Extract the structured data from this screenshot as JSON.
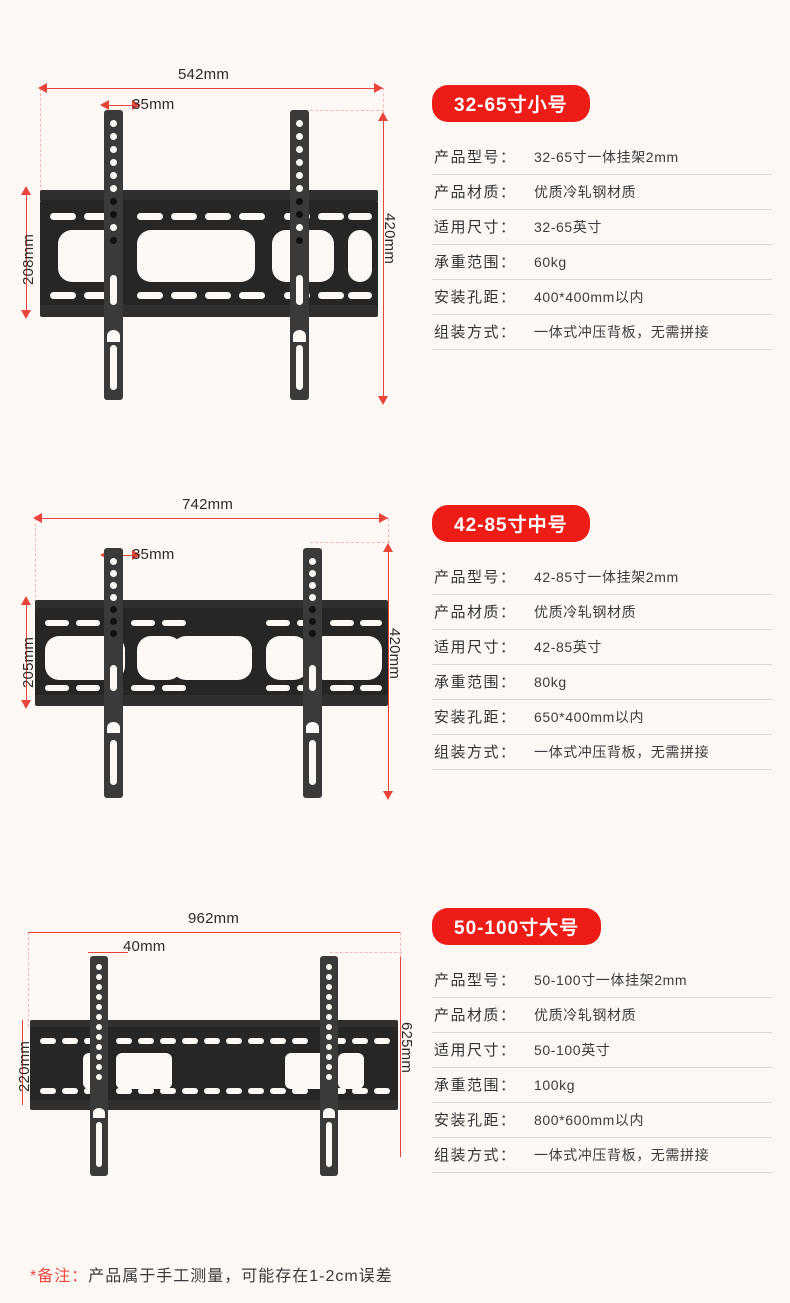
{
  "sections": [
    {
      "badge": "32-65寸小号",
      "dims": {
        "width": "542mm",
        "rail": "35mm",
        "left": "208mm",
        "right": "420mm"
      },
      "rows": [
        {
          "label": "产品型号：",
          "value": "32-65寸一体挂架2mm"
        },
        {
          "label": "产品材质：",
          "value": "优质冷轧钢材质"
        },
        {
          "label": "适用尺寸：",
          "value": "32-65英寸"
        },
        {
          "label": "承重范围：",
          "value": "60kg"
        },
        {
          "label": "安装孔距：",
          "value": "400*400mm以内"
        },
        {
          "label": "组装方式：",
          "value": "一体式冲压背板，无需拼接"
        }
      ]
    },
    {
      "badge": "42-85寸中号",
      "dims": {
        "width": "742mm",
        "rail": "35mm",
        "left": "205mm",
        "right": "420mm"
      },
      "rows": [
        {
          "label": "产品型号：",
          "value": "42-85寸一体挂架2mm"
        },
        {
          "label": "产品材质：",
          "value": "优质冷轧钢材质"
        },
        {
          "label": "适用尺寸：",
          "value": "42-85英寸"
        },
        {
          "label": "承重范围：",
          "value": "80kg"
        },
        {
          "label": "安装孔距：",
          "value": "650*400mm以内"
        },
        {
          "label": "组装方式：",
          "value": "一体式冲压背板，无需拼接"
        }
      ]
    },
    {
      "badge": "50-100寸大号",
      "dims": {
        "width": "962mm",
        "rail": "40mm",
        "left": "220mm",
        "right": "625mm"
      },
      "rows": [
        {
          "label": "产品型号：",
          "value": "50-100寸一体挂架2mm"
        },
        {
          "label": "产品材质：",
          "value": "优质冷轧钢材质"
        },
        {
          "label": "适用尺寸：",
          "value": "50-100英寸"
        },
        {
          "label": "承重范围：",
          "value": "100kg"
        },
        {
          "label": "安装孔距：",
          "value": "800*600mm以内"
        },
        {
          "label": "组装方式：",
          "value": "一体式冲压背板，无需拼接"
        }
      ]
    }
  ],
  "footer": {
    "mark": "*备注：",
    "text": "产品属于手工测量，可能存在1-2cm误差"
  },
  "colors": {
    "badge_red": "#ee1c17",
    "dimension_red": "#e8443c",
    "metal_dark": "#262626",
    "background": "#fdf8f4"
  }
}
